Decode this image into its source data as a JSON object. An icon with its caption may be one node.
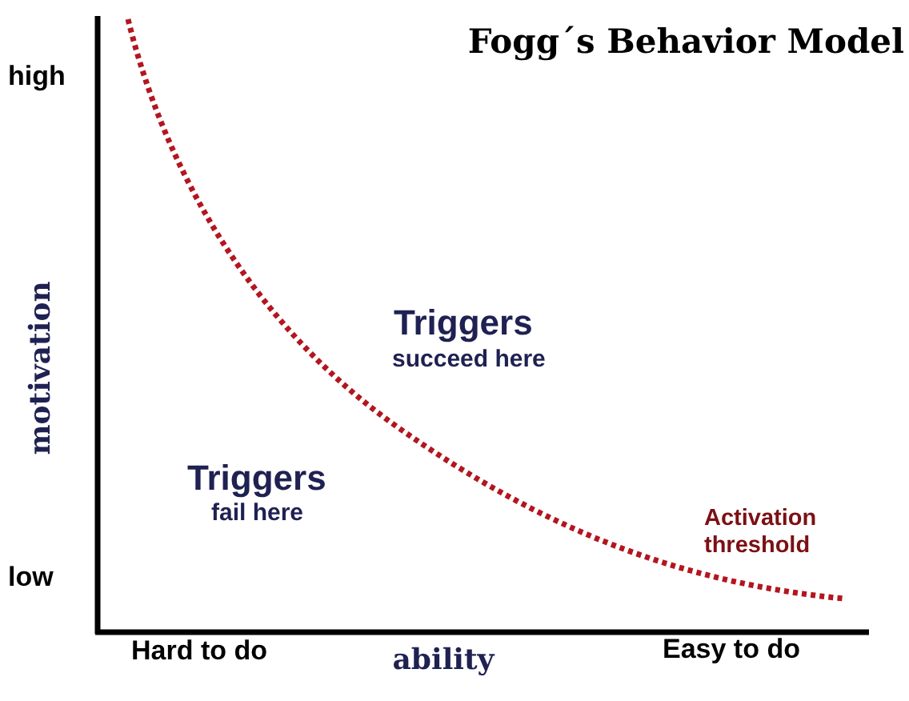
{
  "diagram": {
    "title": "Fogg´s Behavior Model",
    "labels": [
      "high",
      "motivation",
      "low",
      "Triggers",
      "succeed here",
      "Triggers",
      "fail here",
      "Activation threshold",
      "Hard to do",
      "ability",
      "Easy to do"
    ]
  }
}
